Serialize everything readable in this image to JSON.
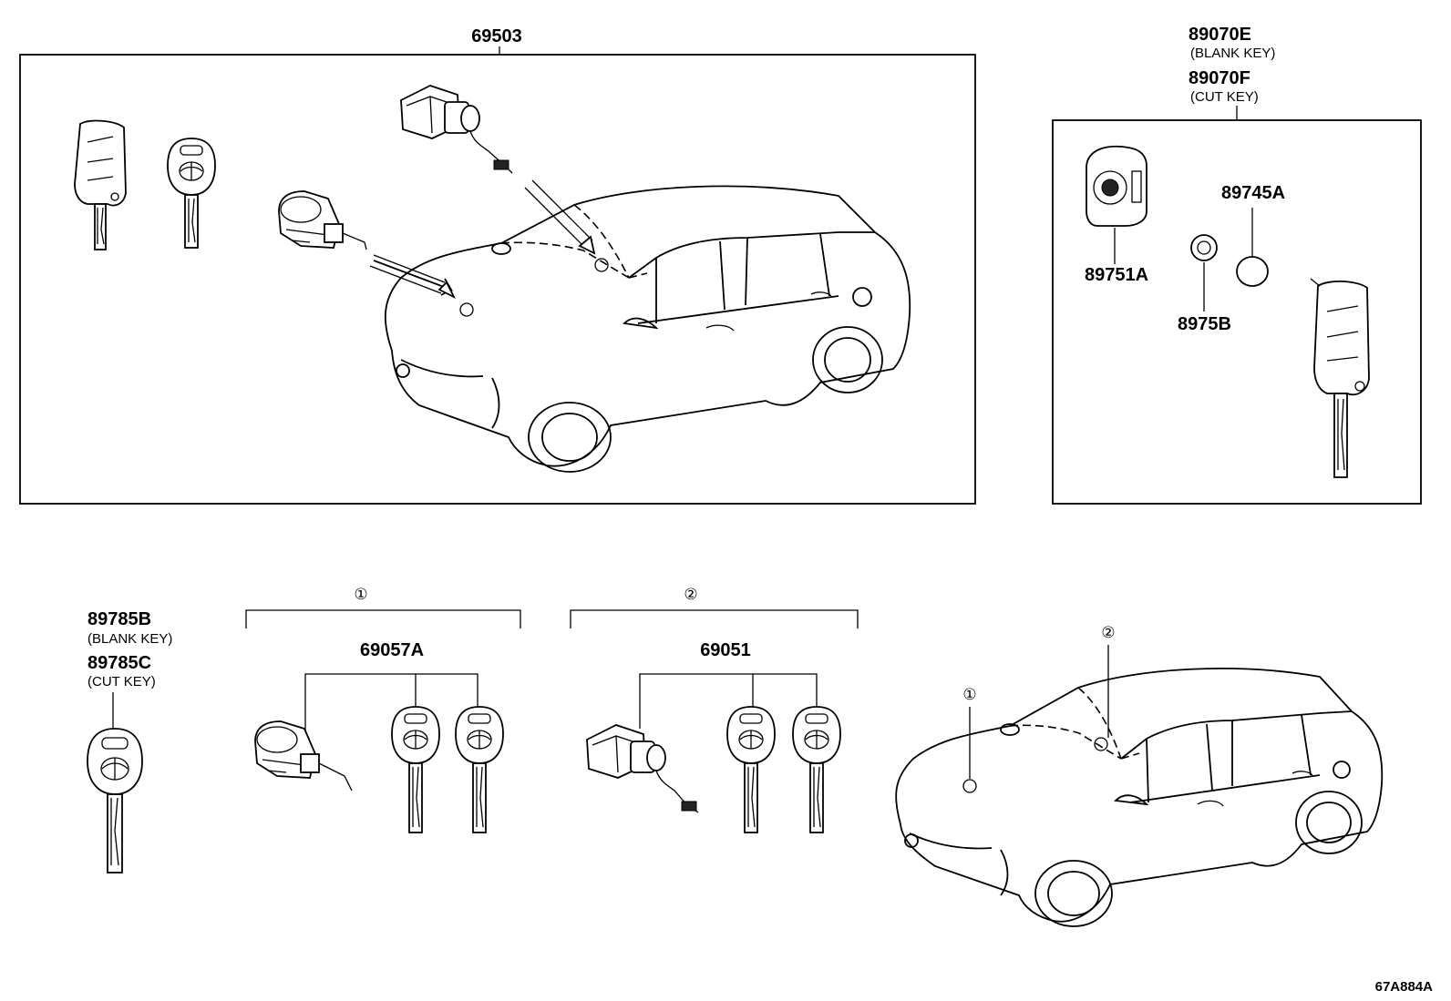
{
  "labels": {
    "main_assembly": "69503",
    "remote_key_assy_blank": "89070E",
    "remote_key_assy_cut": "89070F",
    "blank_key_note": "(BLANK KEY)",
    "cut_key_note": "(CUT KEY)",
    "cover": "89751A",
    "battery": "89745A",
    "transmitter": "8975B",
    "key_blank": "89785B",
    "key_cut": "89785C",
    "door_lock_set": "69057A",
    "ignition_set": "69051",
    "callout_1": "①",
    "callout_2": "②",
    "diagram_code": "67A884A"
  }
}
